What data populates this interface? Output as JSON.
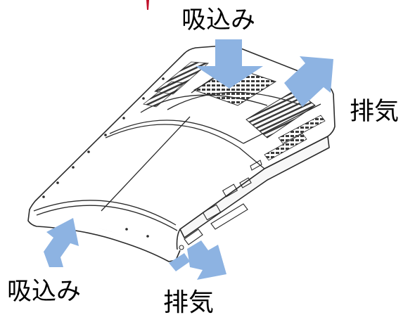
{
  "labels": {
    "intake_top": "吸込み",
    "exhaust_right": "排気",
    "intake_bottom_left": "吸込み",
    "exhaust_bottom": "排気"
  },
  "colors": {
    "arrow_fill": "#8db3e2",
    "outline": "#2a2a2a",
    "vent_fill": "#3a3a3a",
    "indicator_red": "#c0102a"
  },
  "icons": {
    "airflow_arrow": "airflow-arrow-icon"
  }
}
